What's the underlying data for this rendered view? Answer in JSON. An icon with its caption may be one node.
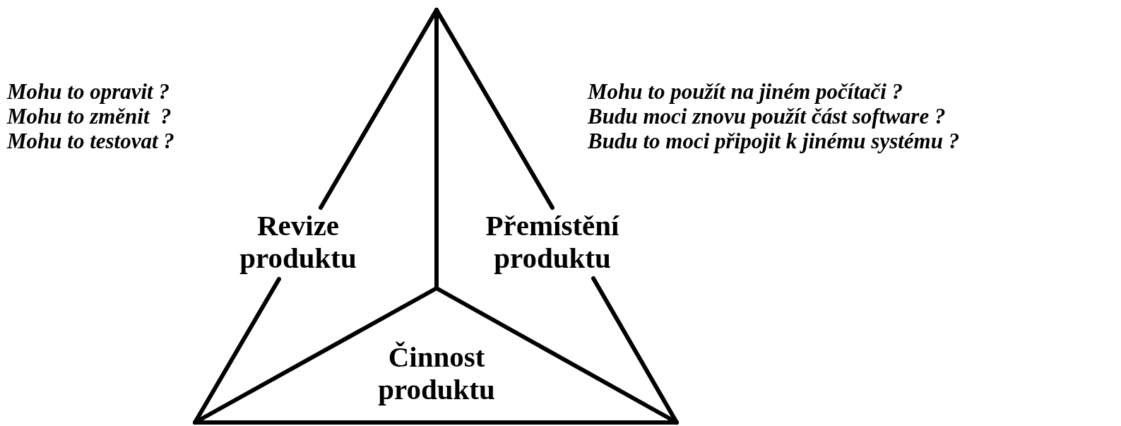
{
  "diagram": {
    "labels": [
      "Mohu to opravit ?",
      "Mohu to změnit  ?",
      "Mohu to testovat ?",
      "Mohu to použít na jiném počítači ?",
      "Budu moci znovu použít část software ?",
      "Budu to moci připojit k jinému systému ?",
      "Revize produktu",
      "Přemístění produktu",
      "Činnost produktu"
    ]
  }
}
